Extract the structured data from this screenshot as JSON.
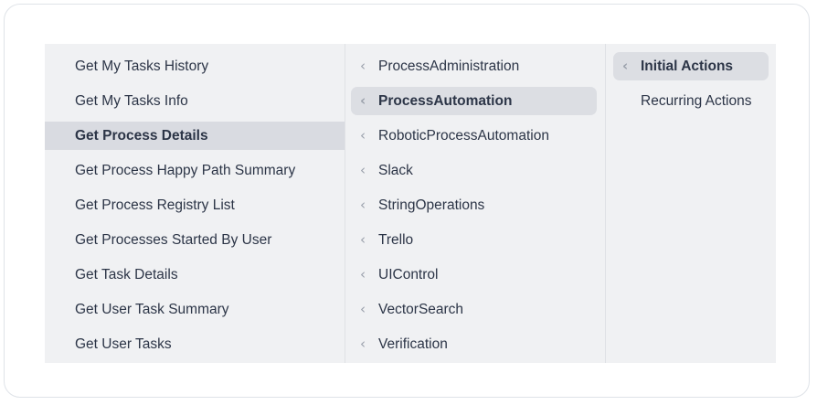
{
  "panel": {
    "colors": {
      "panel_background": "#f0f1f3",
      "page_background": "#ffffff",
      "frame_border": "#dfe3e8",
      "divider": "#dfe1e5",
      "selected_col1": "#d9dbe1",
      "selected_col23": "#dcdee3",
      "text": "#2c3547",
      "chevron": "#9aa0ab"
    }
  },
  "columns": {
    "operations": {
      "name": "operations-column",
      "has_chevrons": false,
      "items": [
        {
          "label": "Get My Tasks History",
          "selected": false
        },
        {
          "label": "Get My Tasks Info",
          "selected": false
        },
        {
          "label": "Get Process Details",
          "selected": true
        },
        {
          "label": "Get Process Happy Path Summary",
          "selected": false
        },
        {
          "label": "Get Process Registry List",
          "selected": false
        },
        {
          "label": "Get Processes Started By User",
          "selected": false
        },
        {
          "label": "Get Task Details",
          "selected": false
        },
        {
          "label": "Get User Task Summary",
          "selected": false
        },
        {
          "label": "Get User Tasks",
          "selected": false
        }
      ]
    },
    "namespaces": {
      "name": "namespaces-column",
      "has_chevrons": true,
      "chevron_glyph": "‹",
      "items": [
        {
          "label": "ProcessAdministration",
          "selected": false,
          "chevron": true
        },
        {
          "label": "ProcessAutomation",
          "selected": true,
          "chevron": true
        },
        {
          "label": "RoboticProcessAutomation",
          "selected": false,
          "chevron": true
        },
        {
          "label": "Slack",
          "selected": false,
          "chevron": true
        },
        {
          "label": "StringOperations",
          "selected": false,
          "chevron": true
        },
        {
          "label": "Trello",
          "selected": false,
          "chevron": true
        },
        {
          "label": "UIControl",
          "selected": false,
          "chevron": true
        },
        {
          "label": "VectorSearch",
          "selected": false,
          "chevron": true
        },
        {
          "label": "Verification",
          "selected": false,
          "chevron": true
        }
      ]
    },
    "actions": {
      "name": "actions-column",
      "has_chevrons": true,
      "chevron_glyph": "‹",
      "items": [
        {
          "label": "Initial Actions",
          "selected": true,
          "chevron": true
        },
        {
          "label": "Recurring Actions",
          "selected": false,
          "chevron": false
        }
      ]
    }
  }
}
